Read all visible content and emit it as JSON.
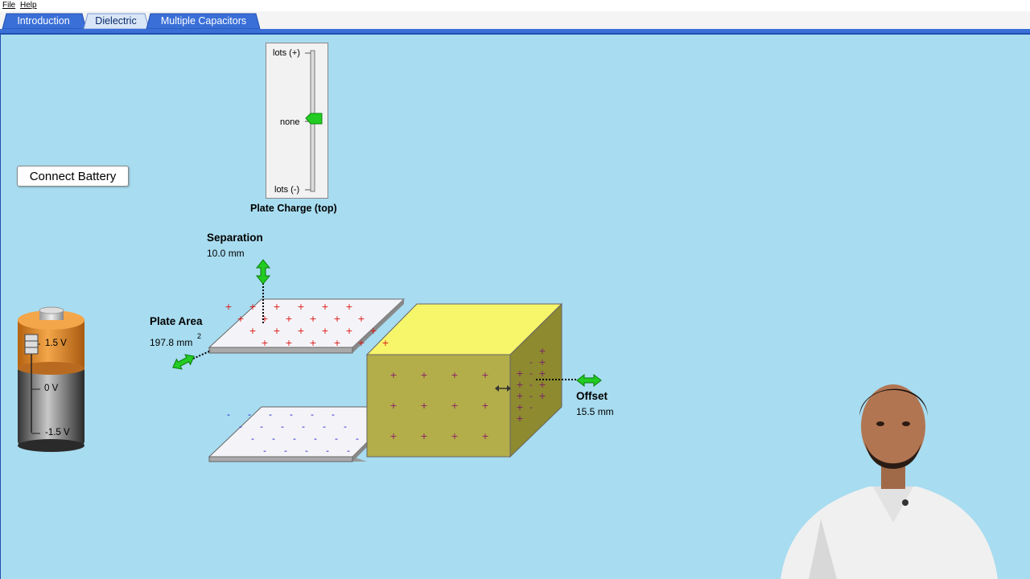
{
  "menu": {
    "file": "File",
    "help": "Help"
  },
  "tabs": [
    {
      "label": "Introduction",
      "active": false
    },
    {
      "label": "Dielectric",
      "active": true
    },
    {
      "label": "Multiple Capacitors",
      "active": false
    }
  ],
  "battery": {
    "connect_label": "Connect Battery",
    "ticks": [
      "1.5 V",
      "0 V",
      "-1.5 V"
    ]
  },
  "plate_charge": {
    "title": "Plate Charge (top)",
    "top": "lots (+)",
    "mid": "none",
    "bottom": "lots (-)",
    "level": 0.5
  },
  "separation": {
    "title": "Separation",
    "value": "10.0 mm"
  },
  "plate_area": {
    "title": "Plate Area",
    "value": "197.8 mm",
    "sup": "2"
  },
  "offset": {
    "title": "Offset",
    "value": "15.5 mm"
  },
  "colors": {
    "background": "#a8dcf0",
    "tab_active": "#d9e6f7",
    "tab_inactive": "#3a6fd8",
    "dielectric_top": "#f7f56a",
    "dielectric_front": "#b3ad4a",
    "dielectric_side": "#8d8a30",
    "arrow_green": "#22cc22",
    "plus": "#dd1111",
    "minus": "#1111cc"
  },
  "icons": [
    "double-arrow-vertical-icon",
    "double-arrow-horizontal-icon",
    "double-arrow-diagonal-icon",
    "slider-knob-icon",
    "battery-icon"
  ]
}
